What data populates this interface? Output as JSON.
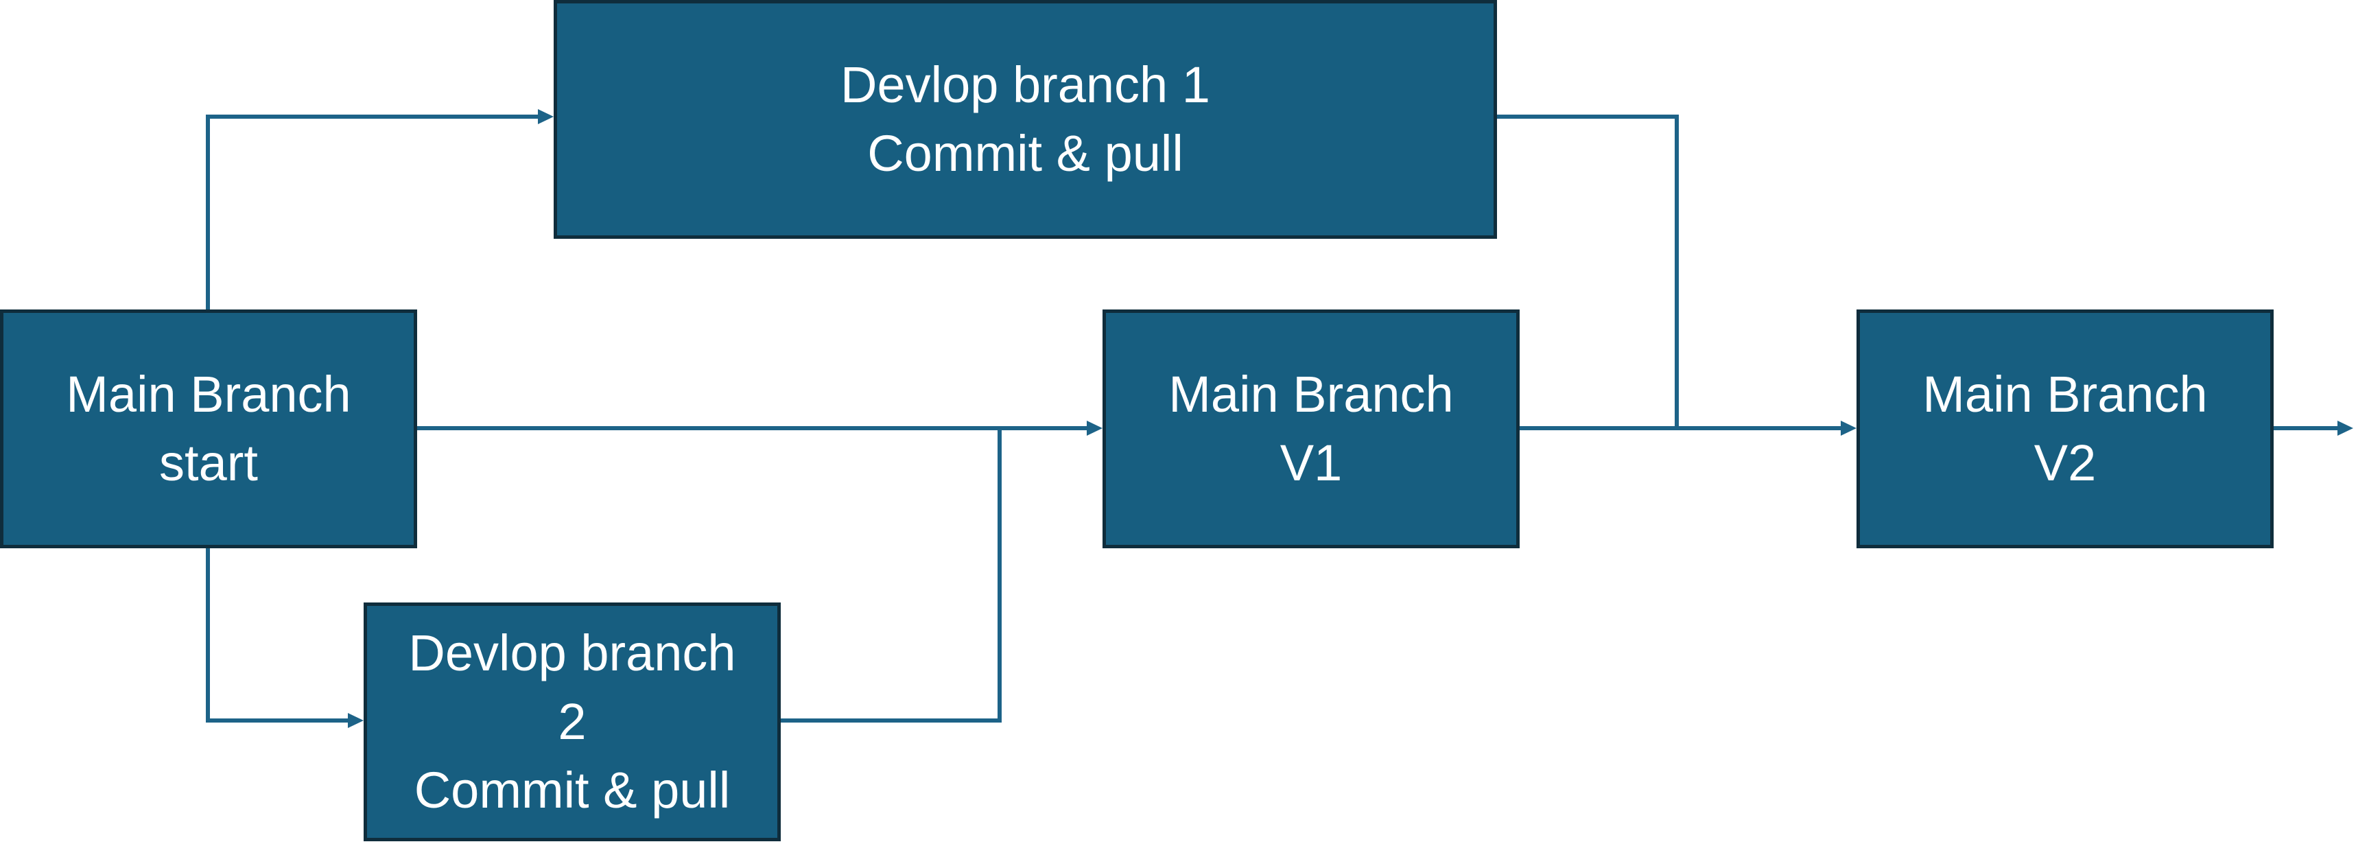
{
  "colors": {
    "node_fill": "#175e80",
    "node_border": "#0f2d3c",
    "node_text": "#ffffff",
    "connector": "#1d6388",
    "background": "#ffffff"
  },
  "nodes": {
    "develop_1": {
      "line1": "Devlop branch 1",
      "line2": "Commit & pull"
    },
    "main_start": {
      "line1": "Main Branch",
      "line2": "start"
    },
    "main_v1": {
      "line1": "Main Branch",
      "line2": "V1"
    },
    "main_v2": {
      "line1": "Main Branch",
      "line2": "V2"
    },
    "develop_2": {
      "line1": "Devlop branch",
      "line2": "2",
      "line3": "Commit & pull"
    }
  }
}
